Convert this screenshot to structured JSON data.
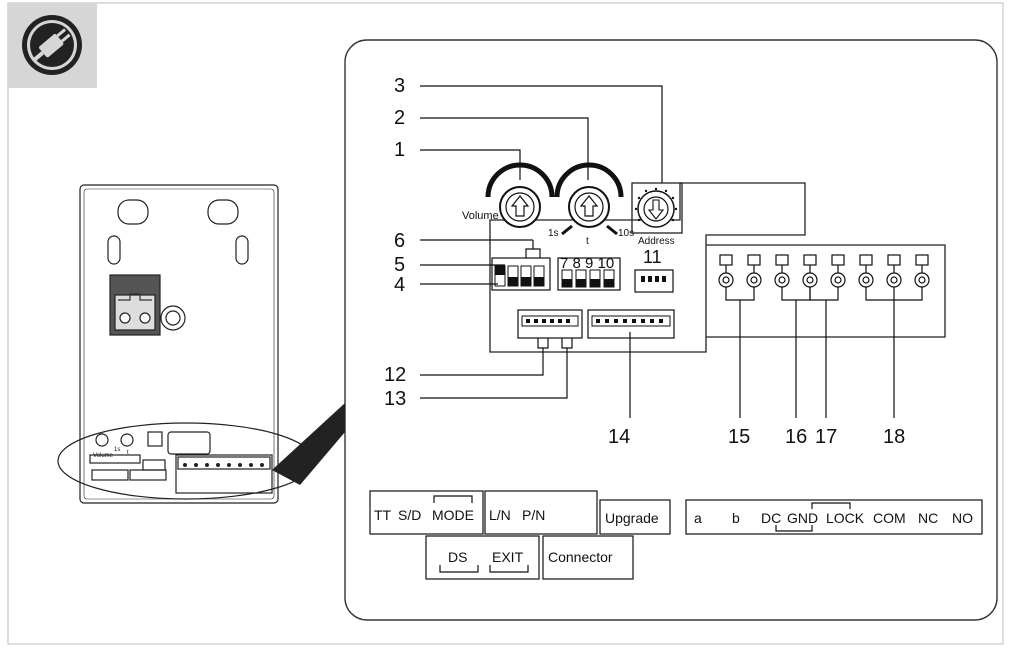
{
  "colors": {
    "frame": "#c8c8c8",
    "icon_bg": "#d6d6d6",
    "line": "#111111",
    "background": "#ffffff"
  },
  "icon": {
    "name": "power-plug-icon"
  },
  "callouts": [
    "1",
    "2",
    "3",
    "4",
    "5",
    "6",
    "11",
    "12",
    "13",
    "14",
    "15",
    "16",
    "17",
    "18"
  ],
  "knobs": {
    "volume_label": "Volume",
    "time_min": "1s",
    "time_symbol": "t",
    "time_max": "10s",
    "switch_numbers": "7 8 9 10",
    "address_label": "Address"
  },
  "mini_knob_labels": {
    "volume": "Volume",
    "t1": "1s",
    "t": "t"
  },
  "labels": {
    "row1": [
      "TT",
      "S/D",
      "MODE",
      "L/N",
      "P/N",
      "Upgrade"
    ],
    "row2": [
      "DS",
      "EXIT",
      "Connector"
    ],
    "terminals": [
      "a",
      "b",
      "DC",
      "GND",
      "LOCK",
      "COM",
      "NC",
      "NO"
    ]
  }
}
